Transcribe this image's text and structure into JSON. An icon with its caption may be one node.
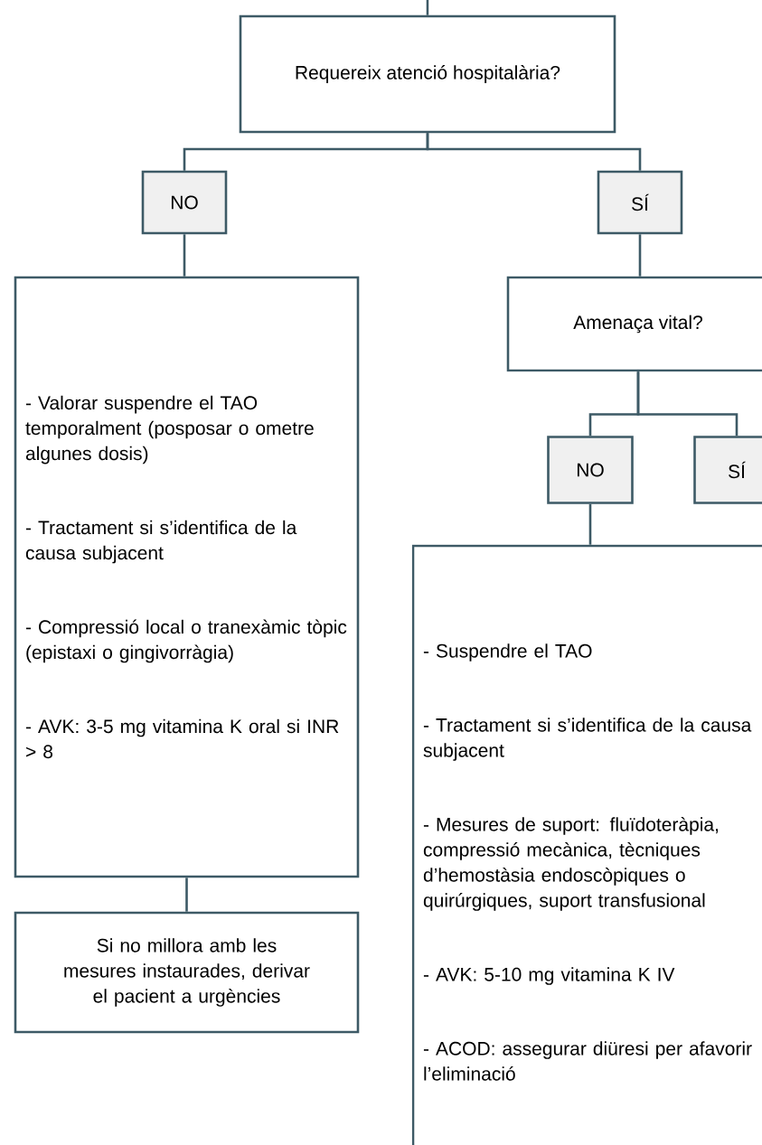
{
  "diagram": {
    "nodes": [
      {
        "text": [
          "Requereix atenció hospitalària?"
        ]
      },
      {
        "text": [
          "NO"
        ]
      },
      {
        "text": [
          "SÍ"
        ]
      },
      {
        "text": [
          "- Valorar suspendre el TAO temporalment (posposar o ometre algunes dosis)",
          "- Tractament si s’identifica de la causa subjacent",
          "- Compressió local o tranexàmic tòpic (epistaxi o gingivorràgia)",
          "- AVK: 3-5 mg vitamina K oral si INR > 8"
        ]
      },
      {
        "text": [
          "Si no millora amb les mesures instaurades, derivar el pacient a urgències"
        ]
      },
      {
        "text": [
          "Amenaça vital?"
        ]
      },
      {
        "text": [
          "NO"
        ]
      },
      {
        "text": [
          "SÍ"
        ]
      },
      {
        "text": [
          "- Suspendre el TAO",
          "- Tractament si s’identifica de la causa subjacent",
          "- Mesures de suport: fluïdoteràpia, compressió mecànica, tècniques d’hemostàsia endoscòpiques o quirúrgiques, suport transfusional",
          "- AVK: 5-10 mg vitamina K IV",
          "- ACOD: assegurar diüresi per afavorir l’eliminació"
        ]
      }
    ],
    "edges": [
      {
        "from": null,
        "to": 0,
        "arrow": "none"
      },
      {
        "from": 0,
        "to": 1,
        "arrow": "none"
      },
      {
        "from": 0,
        "to": 2,
        "arrow": "none"
      },
      {
        "from": 1,
        "to": 3,
        "arrow": "none"
      },
      {
        "from": 3,
        "to": 4,
        "arrow": "none"
      },
      {
        "from": 2,
        "to": 5,
        "arrow": "none"
      },
      {
        "from": 5,
        "to": 6,
        "arrow": "none"
      },
      {
        "from": 5,
        "to": 7,
        "arrow": "none"
      },
      {
        "from": 6,
        "to": 8,
        "arrow": "none"
      }
    ]
  }
}
